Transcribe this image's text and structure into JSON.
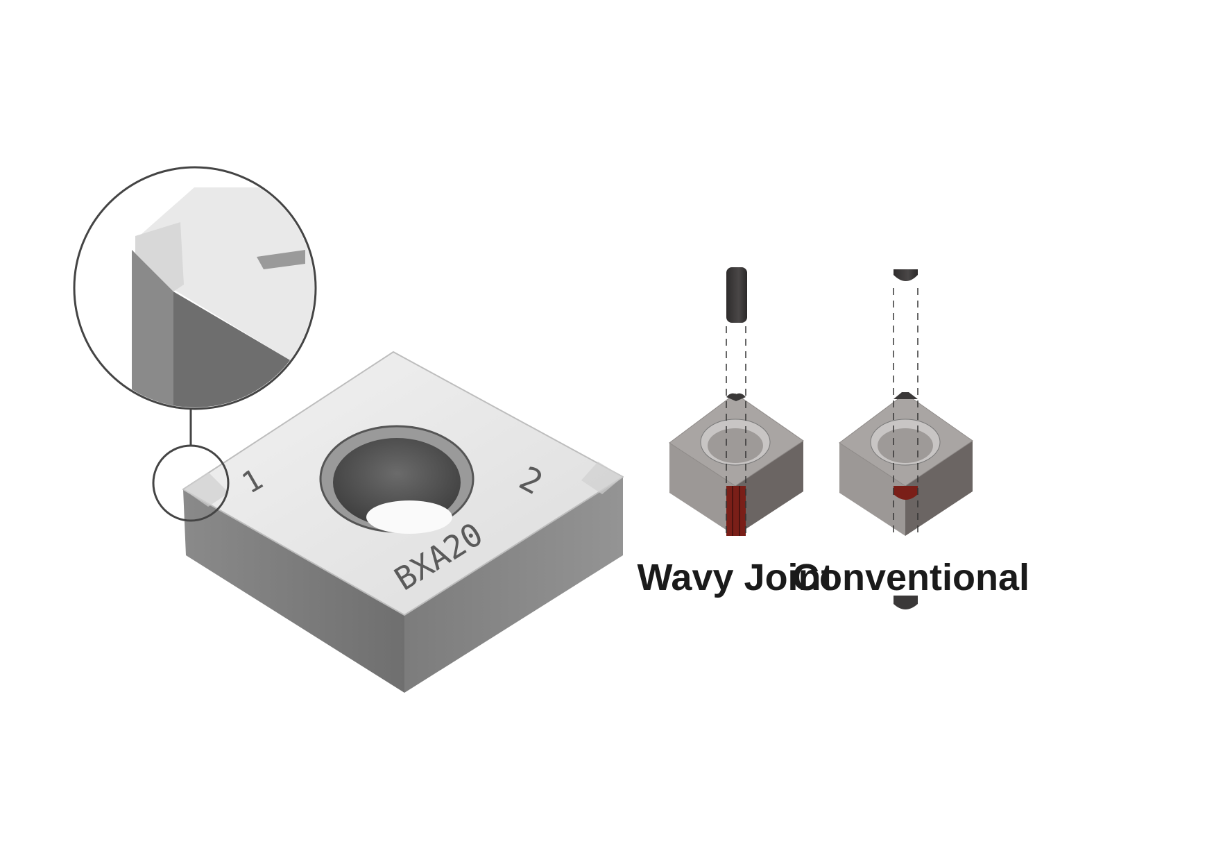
{
  "insert": {
    "marking": "BXA20",
    "corner_1": "1",
    "corner_2": "2"
  },
  "diagrams": [
    {
      "label": "Wavy Joint"
    },
    {
      "label": "Conventional"
    }
  ],
  "colors": {
    "top_face": "#e6e6e6",
    "side_face": "#7a7a7a",
    "block_top": "#a9a5a3",
    "block_left": "#9c9896",
    "block_right": "#6b6563",
    "cbn_tip": "#3a3838",
    "braze": "#7a1f18"
  }
}
